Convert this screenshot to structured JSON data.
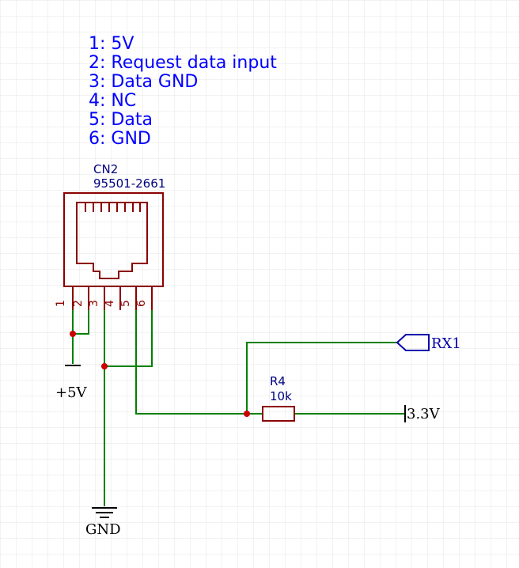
{
  "pin_notes": [
    "1: 5V",
    "2: Request data input",
    "3: Data GND",
    "4: NC",
    "5: Data",
    "6: GND"
  ],
  "connector": {
    "designator": "CN2",
    "part_number": "95501-2661",
    "pins": [
      "1",
      "2",
      "3",
      "4",
      "5",
      "6"
    ]
  },
  "resistor": {
    "designator": "R4",
    "value": "10k"
  },
  "power": {
    "plus5v": "+5V",
    "gnd": "GND",
    "v33": "3.3V"
  },
  "net_label": "RX1",
  "colors": {
    "notes": "#0000ff",
    "component": "#8b0000",
    "wire": "#008000",
    "junction": "#cc0000",
    "grid": "#e6e6e6"
  }
}
